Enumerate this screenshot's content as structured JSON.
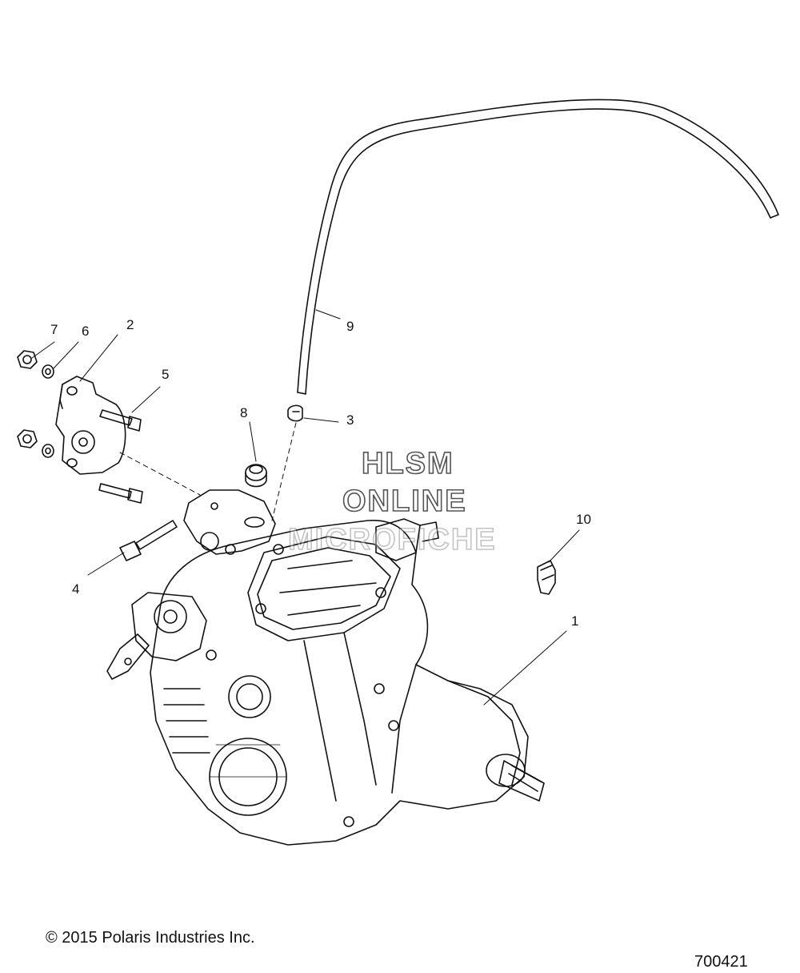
{
  "diagram": {
    "callouts": [
      {
        "id": "c1",
        "label": "1"
      },
      {
        "id": "c2",
        "label": "2"
      },
      {
        "id": "c3",
        "label": "3"
      },
      {
        "id": "c4",
        "label": "4"
      },
      {
        "id": "c5",
        "label": "5"
      },
      {
        "id": "c6",
        "label": "6"
      },
      {
        "id": "c7",
        "label": "7"
      },
      {
        "id": "c8",
        "label": "8"
      },
      {
        "id": "c9",
        "label": "9"
      },
      {
        "id": "c10",
        "label": "10"
      }
    ],
    "watermark": {
      "line1": "HLSM",
      "line2": "ONLINE",
      "line3": "MICROFICHE"
    },
    "copyright": "© 2015 Polaris Industries Inc.",
    "figure_number": "700421"
  }
}
